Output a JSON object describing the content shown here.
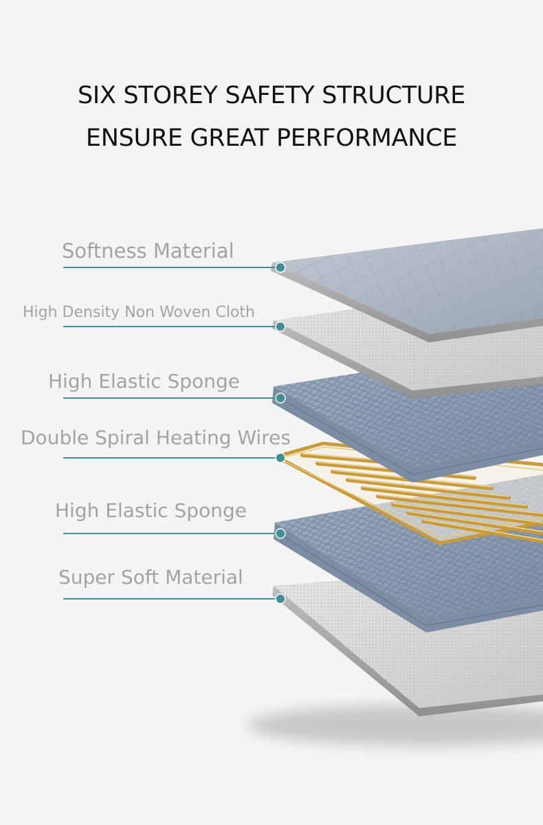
{
  "headline": {
    "line1": "SIX STOREY SAFETY STRUCTURE",
    "line2": "ENSURE GREAT PERFORMANCE"
  },
  "layers": [
    {
      "label": "Softness Material"
    },
    {
      "label": "High Density Non Woven Cloth"
    },
    {
      "label": "High Elastic Sponge"
    },
    {
      "label": "Double Spiral Heating Wires"
    },
    {
      "label": "High Elastic Sponge"
    },
    {
      "label": "Super Soft Material"
    }
  ],
  "colors": {
    "leader": "#3f8f95",
    "label_text": "#a3a3a3",
    "heading_text": "#111111",
    "quilted_fabric": "#a9b3bf",
    "sponge": "#8e9fb3",
    "non_woven": "#d9d9d9",
    "heating_wire": "#c99a3a"
  }
}
